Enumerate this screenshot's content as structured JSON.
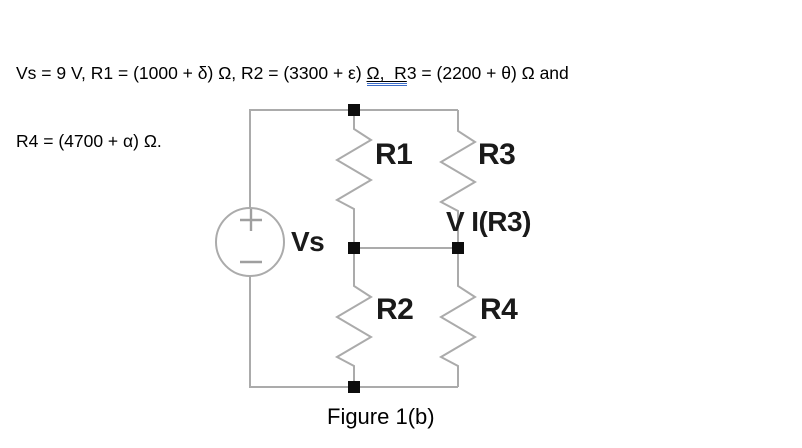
{
  "header": {
    "line1_pre": "Vs = 9 V, R1 = (1000 + δ) Ω, R2 = (3300 + ε) ",
    "line1_underlined": "Ω,  R",
    "line1_post": "3 = (2200 + θ) Ω and",
    "line2": "R4 = (4700 + α) Ω."
  },
  "circuit": {
    "source_label": "Vs",
    "resistors": {
      "r1": "R1",
      "r2": "R2",
      "r3": "R3",
      "r4": "R4"
    },
    "current_annotation": {
      "arrow": "V",
      "label": "I(R3)"
    },
    "icons": {
      "polarity_plus": "+",
      "polarity_minus": "−"
    },
    "colors": {
      "wire": "#ababab",
      "node": "#0d0d0d",
      "label_text": "#1a1a1a",
      "grammar_underline_blue": "#3b6cc8"
    }
  },
  "caption": "Figure 1(b)"
}
